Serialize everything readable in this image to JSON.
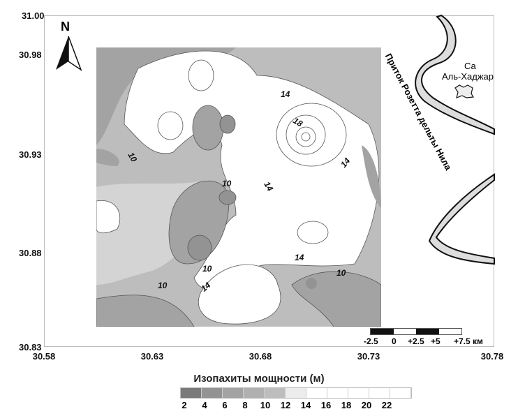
{
  "map": {
    "north_label": "N",
    "y_ticks": [
      "31.00",
      "30.98",
      "30.93",
      "30.88",
      "30.83"
    ],
    "x_ticks": [
      "30.58",
      "30.63",
      "30.68",
      "30.73",
      "30.78"
    ],
    "contour_labels": [
      "10",
      "10",
      "10",
      "10",
      "10",
      "14",
      "14",
      "14",
      "14",
      "14",
      "18"
    ],
    "river_label": "Приток Розетта дельты Нила",
    "town_label_line1": "Са",
    "town_label_line2": "Аль-Хаджар",
    "scale_labels": [
      "-2.5",
      "0",
      "+2.5",
      "+5",
      "+7.5 км"
    ]
  },
  "legend": {
    "title": "Изопахиты мощности (м)",
    "ticks": [
      "2",
      "4",
      "6",
      "8",
      "10",
      "12",
      "14",
      "16",
      "18",
      "20",
      "22"
    ],
    "colors": [
      "#7a7a7a",
      "#939393",
      "#a3a3a3",
      "#b0b0b0",
      "#bdbdbd",
      "#ececec",
      "#ffffff",
      "#ffffff",
      "#ffffff",
      "#ffffff",
      "#ffffff"
    ]
  }
}
